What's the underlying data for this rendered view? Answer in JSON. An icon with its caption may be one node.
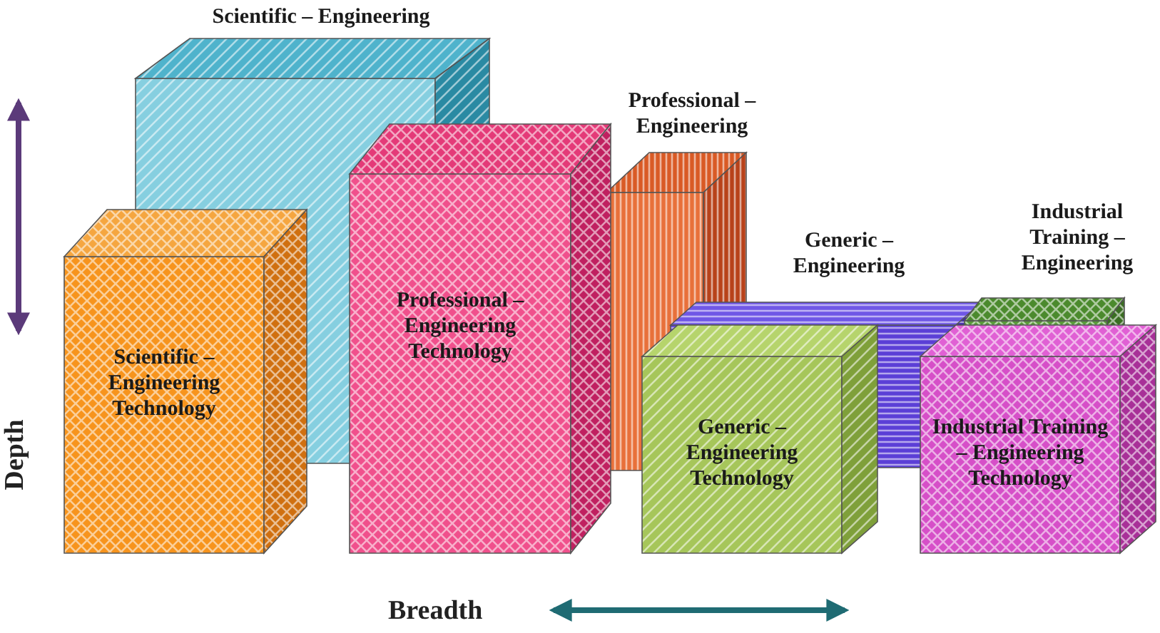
{
  "diagram": {
    "nodes": [
      {
        "text": [
          "Scientific – Engineering"
        ]
      },
      {
        "text": [
          "Professional – Engineering"
        ]
      },
      {
        "text": [
          "Generic – Engineering"
        ]
      },
      {
        "text": [
          "Industrial Training – Engineering"
        ]
      },
      {
        "text": [
          "Scientific – Engineering Technology"
        ]
      },
      {
        "text": [
          "Professional – Engineering Technology"
        ]
      },
      {
        "text": [
          "Generic – Engineering Technology"
        ]
      },
      {
        "text": [
          "Industrial Training – Engineering Technology"
        ]
      }
    ],
    "labels": [
      "Depth",
      "Breadth"
    ]
  }
}
